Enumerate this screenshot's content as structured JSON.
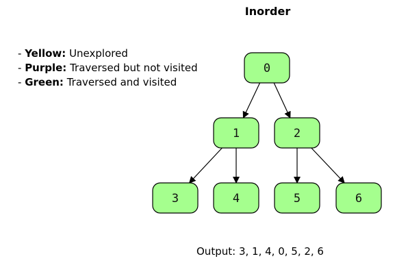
{
  "title": "Inorder",
  "legend": [
    {
      "key": "Yellow:",
      "text": " Unexplored"
    },
    {
      "key": "Purple:",
      "text": " Traversed but not visited"
    },
    {
      "key": "Green:",
      "text": " Traversed and visited"
    }
  ],
  "colors": {
    "node_fill": "#a5ff8e",
    "node_stroke": "#000000",
    "edge": "#000000"
  },
  "tree": {
    "nodes": [
      {
        "id": "0",
        "label": "0",
        "state": "green"
      },
      {
        "id": "1",
        "label": "1",
        "state": "green"
      },
      {
        "id": "2",
        "label": "2",
        "state": "green"
      },
      {
        "id": "3",
        "label": "3",
        "state": "green"
      },
      {
        "id": "4",
        "label": "4",
        "state": "green"
      },
      {
        "id": "5",
        "label": "5",
        "state": "green"
      },
      {
        "id": "6",
        "label": "6",
        "state": "green"
      }
    ],
    "edges": [
      {
        "from": "0",
        "to": "1"
      },
      {
        "from": "0",
        "to": "2"
      },
      {
        "from": "1",
        "to": "3"
      },
      {
        "from": "1",
        "to": "4"
      },
      {
        "from": "2",
        "to": "5"
      },
      {
        "from": "2",
        "to": "6"
      }
    ]
  },
  "output": {
    "label": "Output:",
    "sequence": "3, 1, 4, 0, 5, 2, 6"
  }
}
